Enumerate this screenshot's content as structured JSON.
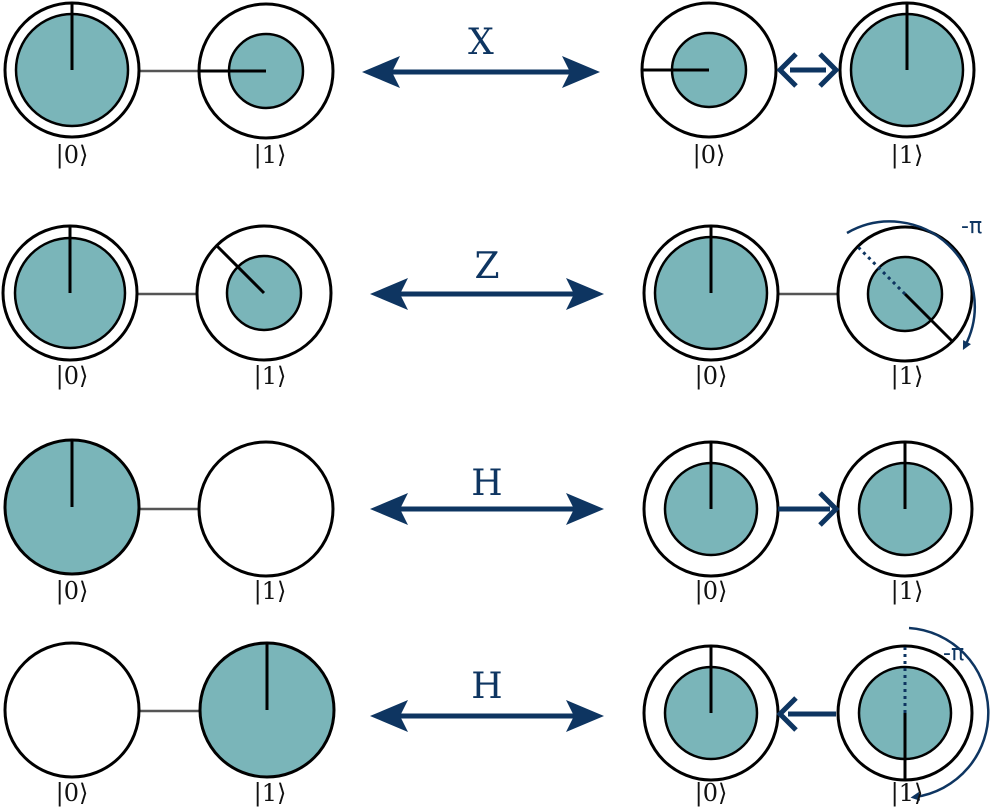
{
  "colors": {
    "fill": "#7ab5b9",
    "stroke": "#000000",
    "connector": "#555555",
    "accent": "#0e3561"
  },
  "rows": [
    {
      "gate": "X",
      "left": {
        "label0": "|0⟩",
        "label1": "|1⟩"
      },
      "right": {
        "label0": "|0⟩",
        "label1": "|1⟩"
      }
    },
    {
      "gate": "Z",
      "left": {
        "label0": "|0⟩",
        "label1": "|1⟩"
      },
      "right": {
        "label0": "|0⟩",
        "label1": "|1⟩",
        "phase": "-π"
      }
    },
    {
      "gate": "H",
      "left": {
        "label0": "|0⟩",
        "label1": "|1⟩"
      },
      "right": {
        "label0": "|0⟩",
        "label1": "|1⟩"
      }
    },
    {
      "gate": "H",
      "left": {
        "label0": "|0⟩",
        "label1": "|1⟩"
      },
      "right": {
        "label0": "|0⟩",
        "label1": "|1⟩",
        "phase": "-π"
      }
    }
  ]
}
